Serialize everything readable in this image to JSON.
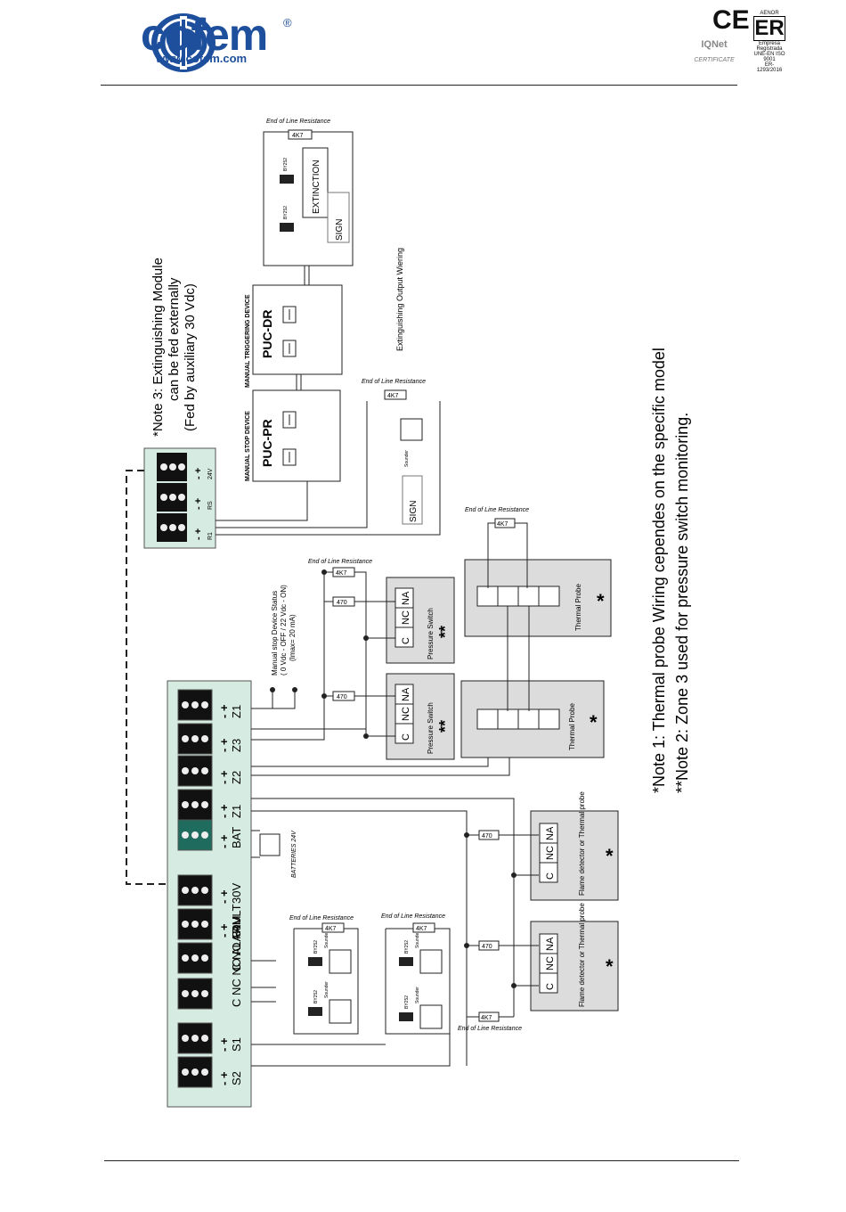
{
  "header": {
    "brand": "cofem",
    "brand_url": "www.cofem.com",
    "reg_mark": "®",
    "ce_mark": "CE",
    "iqnet": "IQNet",
    "iqnet_sub": "CERTIFICATE",
    "aenor": "AENOR",
    "aenor_er": "ER",
    "aenor_sub1": "Empresa",
    "aenor_sub2": "Registrada",
    "aenor_code1": "UNE-EN ISO 9001",
    "aenor_code2": "ER-1293/2016"
  },
  "diagram": {
    "terminals": [
      "S2",
      "S1",
      "C NC NO ALARM",
      "C NO FAULT",
      "30V",
      "30V",
      "BAT",
      "Z1",
      "Z2",
      "Z3",
      "Z1"
    ],
    "terminal_signs": [
      "- +",
      "- +",
      "",
      "",
      "- +",
      "- +",
      "- +",
      "- +",
      "- +",
      "- +",
      "- +"
    ],
    "ext_terminals": [
      "R1",
      "RS",
      "24V"
    ],
    "ext_signs": [
      "- +",
      "- +",
      "- +"
    ],
    "batteries": "BATTERIES 24V",
    "eol": "End of Line Resistance",
    "eol_bottom": "End of Line Resistance",
    "r_4k7": "4K7",
    "r_470": "470",
    "diode": "BY252",
    "sounder": "Sounder",
    "flame_1": "Flame detector or Thermal probe",
    "flame_2": "Flame detector or Thermal probe",
    "cnc_na": [
      "C",
      "NC",
      "NA"
    ],
    "pressure_1": "Pressure Switch",
    "pressure_2": "Pressure Switch",
    "thermal_1": "Thermal Probe",
    "thermal_2": "Thermal Probe",
    "star1": "*",
    "star2": "**",
    "manual_status_1": "Manual stop Device Status",
    "manual_status_2": "( 0 Vdc - OFF / 22 Vdc - ON)",
    "manual_status_3": "(Imax= 20 mA)",
    "puc_pr": "PUC-PR",
    "puc_dr": "PUC-DR",
    "manual_stop": "MANUAL STOP DEVICE",
    "manual_trig": "MANUAL TRIGGERING DEVICE",
    "extinction": "EXTINCTION",
    "sign": "SIGN",
    "ext_output": "Extinguishing Output Wiering",
    "note3_1": "*Note 3: Extinguishing Module",
    "note3_2": "can be fed externally",
    "note3_3": "(Fed by auxiliary 30 Vdc)",
    "note1": "*Note 1: Thermal probe Wiring cependes on the specific model",
    "note2": "**Note 2: Zone 3 used for pressure switch monitoring."
  }
}
